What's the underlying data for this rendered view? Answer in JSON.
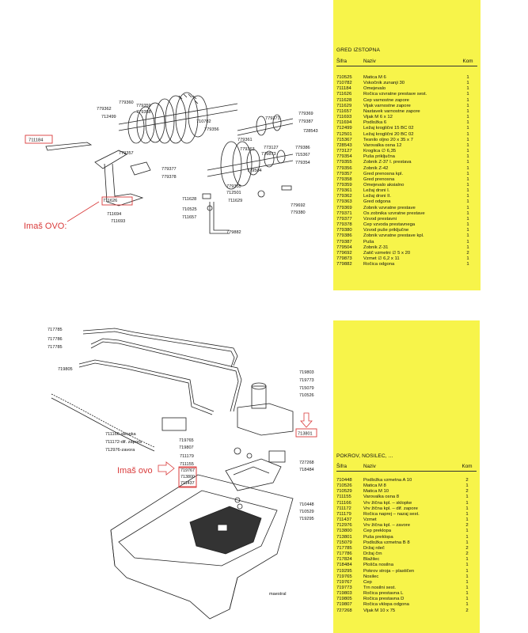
{
  "panel1": {
    "title": "GRED IZSTOPNA",
    "col_code": "Šifra",
    "col_name": "Naziv",
    "col_qty": "Kom",
    "rows": [
      [
        "710525",
        "Matica M 6",
        "1"
      ],
      [
        "710782",
        "Vskočnik zunanji 30",
        "1"
      ],
      [
        "711184",
        "Omejevalo",
        "1"
      ],
      [
        "711626",
        "Ročica vzvratne prestave sest.",
        "1"
      ],
      [
        "711628",
        "Čep varnostne zapore",
        "1"
      ],
      [
        "711629",
        "Vijak varnostne zapore",
        "1"
      ],
      [
        "711657",
        "Nastavek varnostne zapore",
        "1"
      ],
      [
        "711693",
        "Vijak M 6 x 12",
        "1"
      ],
      [
        "711694",
        "Podložka 6",
        "1"
      ],
      [
        "712499",
        "Ležaj kroglični 15 BC 02",
        "1"
      ],
      [
        "712501",
        "Ležaj kroglični 20 BC 02",
        "1"
      ],
      [
        "715367",
        "Tesnilo oljno 20 x 35 x 7",
        "1"
      ],
      [
        "728543",
        "Varovalka osna 12",
        "1"
      ],
      [
        "773127",
        "Kroglica ∅ 6,35",
        "1"
      ],
      [
        "779354",
        "Puša priključna",
        "1"
      ],
      [
        "779355",
        "Zobnik Z-37 I. prestava",
        "1"
      ],
      [
        "779356",
        "Zobnik Z-42",
        "1"
      ],
      [
        "779357",
        "Gred prenosna kpl.",
        "1"
      ],
      [
        "779358",
        "Gred prenosna",
        "1"
      ],
      [
        "779359",
        "Omejevalo aksialno",
        "1"
      ],
      [
        "779361",
        "Ležaj drsni I.",
        "1"
      ],
      [
        "779362",
        "Ležaj drsni II.",
        "1"
      ],
      [
        "779363",
        "Gred odgona",
        "1"
      ],
      [
        "779369",
        "Zobnik vzvratne prestave",
        "1"
      ],
      [
        "779371",
        "Os zobnika vzvratne prestave",
        "1"
      ],
      [
        "779377",
        "Vzvod prestavni",
        "1"
      ],
      [
        "779378",
        "Čep vzvoda prestavnega",
        "1"
      ],
      [
        "779380",
        "Vzvod puše priključne",
        "1"
      ],
      [
        "779386",
        "Zobnik vzvratne prestave kpl.",
        "1"
      ],
      [
        "779387",
        "Puša",
        "1"
      ],
      [
        "779504",
        "Zobnik Z-31",
        "1"
      ],
      [
        "779692",
        "Zatič vzmetni ∅ 5 x 20",
        "2"
      ],
      [
        "779873",
        "Vzmet ∅ 6,2 x 11",
        "1"
      ],
      [
        "779882",
        "Ročica odgona",
        "1"
      ]
    ]
  },
  "panel2": {
    "title": "POKROV, NOSILEC, ...",
    "col_code": "Šifra",
    "col_name": "Naziv",
    "col_qty": "Kom",
    "rows": [
      [
        "710448",
        "Podložka vzmetna A 10",
        "2"
      ],
      [
        "710526",
        "Matica M 8",
        "1"
      ],
      [
        "710529",
        "Matica M 10",
        "2"
      ],
      [
        "711155",
        "Varovalka osna 8",
        "1"
      ],
      [
        "711166",
        "Vrv žična kpl. – sklopke",
        "1"
      ],
      [
        "711172",
        "Vrv žična kpl. – dif. zapore",
        "1"
      ],
      [
        "711179",
        "Ročica naprej – nazaj sest.",
        "1"
      ],
      [
        "711437",
        "Vzmet",
        "1"
      ],
      [
        "712976",
        "Vrv žična kpl. – zavore",
        "2"
      ],
      [
        "713800",
        "Čep preklopa",
        "1"
      ],
      [
        "713801",
        "Puša preklopa",
        "1"
      ],
      [
        "715079",
        "Podložka vzmetna B 8",
        "1"
      ],
      [
        "717785",
        "Držaj rdeč",
        "2"
      ],
      [
        "717786",
        "Držaj črn",
        "2"
      ],
      [
        "717824",
        "Blažilec",
        "1"
      ],
      [
        "718484",
        "Plošča nosilna",
        "1"
      ],
      [
        "719295",
        "Pokrov stroja – plastičen",
        "1"
      ],
      [
        "719765",
        "Nosilec",
        "1"
      ],
      [
        "719767",
        "Čep",
        "1"
      ],
      [
        "719773",
        "Trn nosilni sest.",
        "1"
      ],
      [
        "719803",
        "Ročica prestavna L",
        "1"
      ],
      [
        "719805",
        "Ročica prestavna D",
        "1"
      ],
      [
        "719807",
        "Ročica vklopa odgona",
        "1"
      ],
      [
        "727268",
        "Vijak M 10 x 75",
        "2"
      ]
    ]
  },
  "notes": {
    "top": "Imaš OVO:",
    "bottom": "Imaš ovo"
  },
  "diagram1_labels": [
    "779362",
    "712499",
    "779360",
    "779359",
    "779358",
    "710782",
    "779356",
    "779361",
    "779371",
    "779369",
    "779387",
    "728543",
    "711184",
    "779357",
    "779363",
    "773127",
    "779386",
    "779873",
    "715367",
    "779377",
    "779378",
    "779354",
    "779504",
    "779355",
    "712501",
    "711629",
    "779692",
    "779380",
    "711628",
    "710525",
    "711657",
    "711626",
    "711694",
    "711693",
    "779882"
  ],
  "diagram2_labels": [
    "717785",
    "717786",
    "717785",
    "719805",
    "719803",
    "719773",
    "715079",
    "710526",
    "711166-sklopka",
    "711172-dif. zapora",
    "712976-zavora",
    "719765",
    "719807",
    "711179",
    "711155",
    "719767",
    "713800",
    "711437",
    "713801",
    "727268",
    "718484",
    "710448",
    "710529",
    "719295",
    "maestral"
  ]
}
